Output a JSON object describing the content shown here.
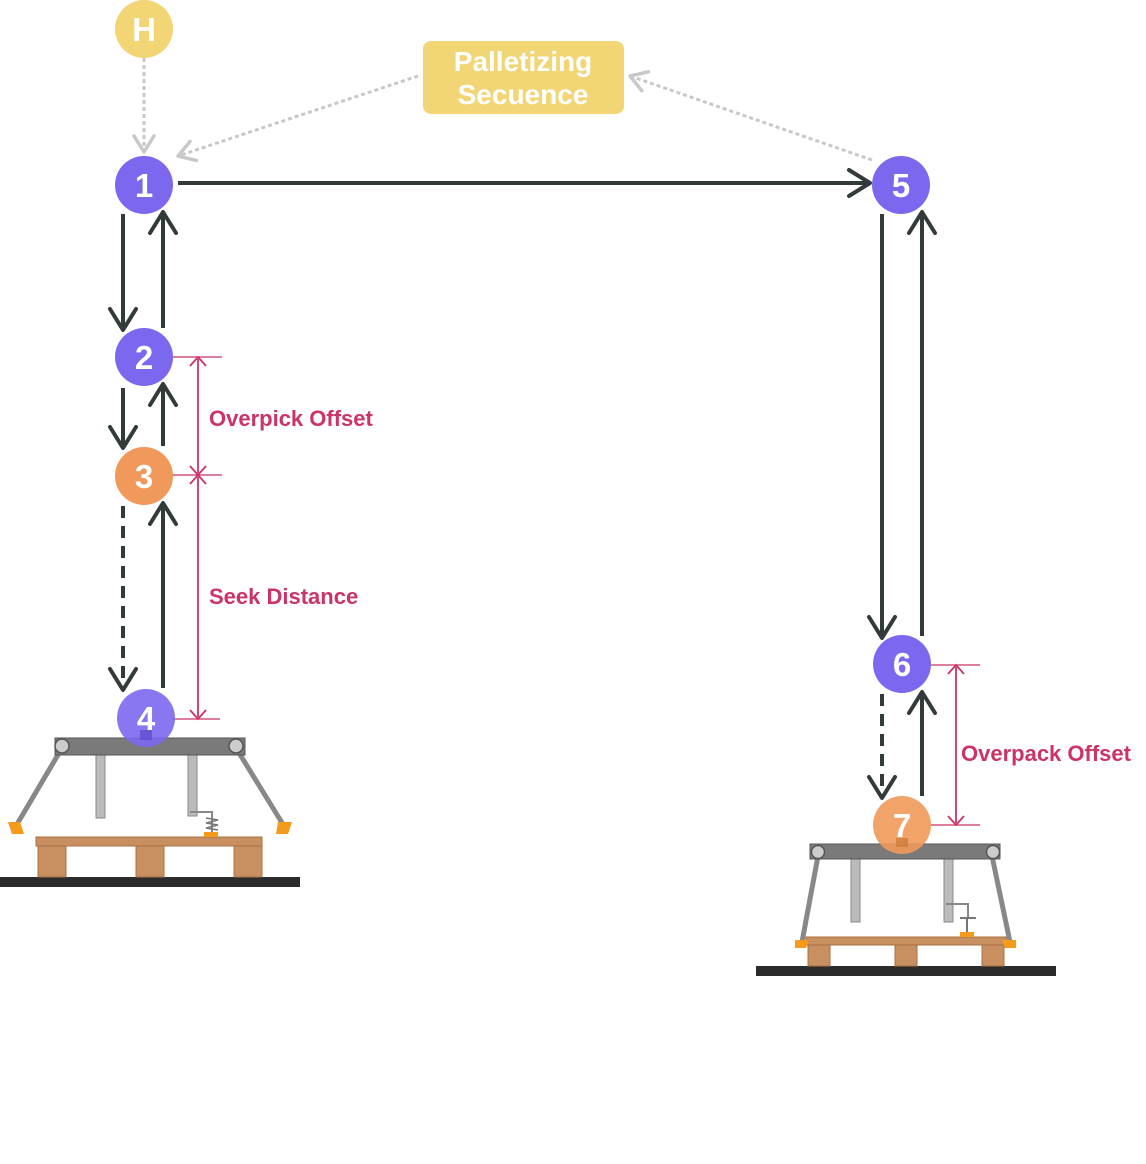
{
  "colors": {
    "home": "#f2d675",
    "waypoint": "#7b68ee",
    "contact": "#f0995a",
    "motion_arrow": "#333a3a",
    "sequence_arrow": "#c8c8c8",
    "dimension": "#cc3366",
    "sequence_box": "#f2d675"
  },
  "nodes": {
    "home": "H",
    "n1": "1",
    "n2": "2",
    "n3": "3",
    "n4": "4",
    "n5": "5",
    "n6": "6",
    "n7": "7"
  },
  "sequence_box": {
    "line1": "Palletizing",
    "line2": "Secuence"
  },
  "dimensions": {
    "overpick_offset": "Overpick Offset",
    "seek_distance": "Seek Distance",
    "overpack_offset": "Overpack Offset"
  },
  "icons": [
    "arrow-down-icon",
    "arrow-up-icon",
    "arrow-right-icon",
    "gripper-icon",
    "pallet-icon"
  ]
}
